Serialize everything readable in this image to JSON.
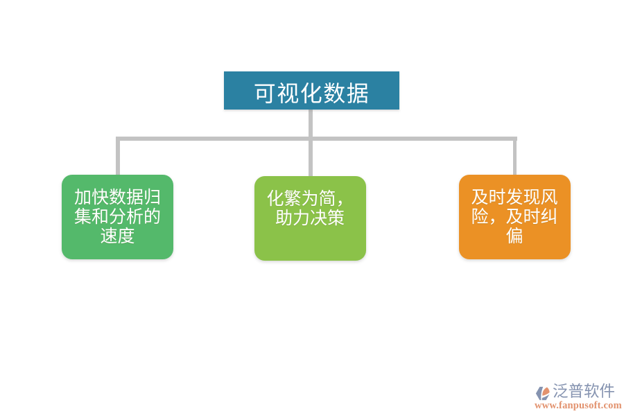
{
  "diagram": {
    "type": "hierarchy",
    "title": {
      "label": "可视化数据",
      "color": "#2b81a2"
    },
    "connector_color": "#c3c3c3",
    "nodes": [
      {
        "label": "加快数据归集和分析的速度",
        "lines": [
          "加快数据归",
          "集和分析的",
          "速度"
        ],
        "color": "#54b96b"
      },
      {
        "label": "化繁为简，助力决策",
        "lines": [
          "化繁为简，",
          "助力决策"
        ],
        "color": "#8bc249"
      },
      {
        "label": "及时发现风险，及时纠偏",
        "lines": [
          "及时发现风",
          "险，及时纠",
          "偏"
        ],
        "color": "#eb9125"
      }
    ]
  },
  "watermark": {
    "brand": "泛普软件",
    "url": "www.fanpusoft.com",
    "brand_color": "#8593b0",
    "url_color": "#e2926e",
    "logo_accent": "#e2926e"
  }
}
